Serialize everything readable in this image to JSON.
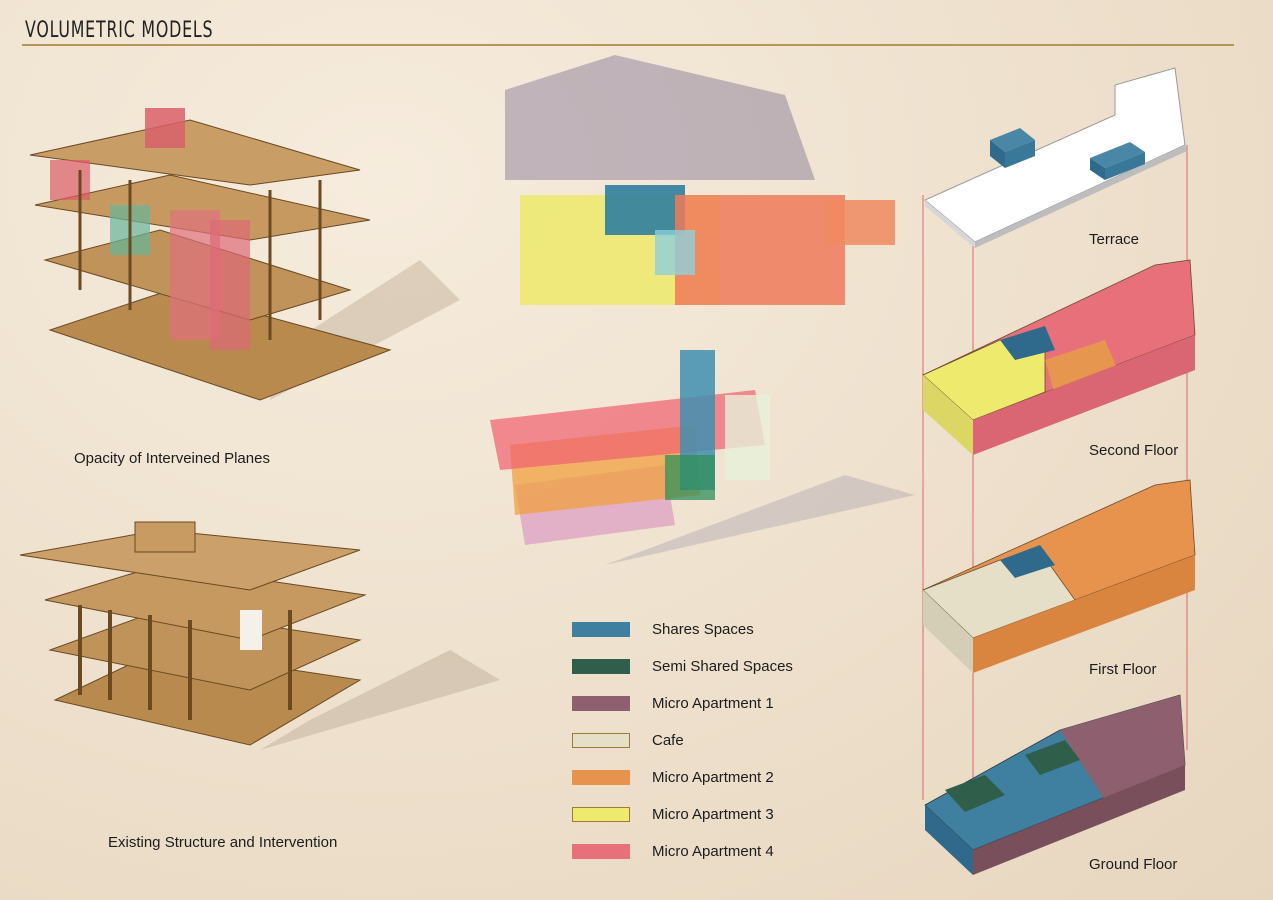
{
  "page": {
    "title": "VOLUMETRIC MODELS"
  },
  "captions": {
    "model_1": "Opacity of Interveined Planes",
    "model_2": "Existing Structure and Intervention"
  },
  "floor_labels": {
    "terrace": "Terrace",
    "second": "Second Floor",
    "first": "First Floor",
    "ground": "Ground Floor"
  },
  "legend": [
    {
      "label": "Shares Spaces",
      "color": "#3f7f9f"
    },
    {
      "label": "Semi Shared Spaces",
      "color": "#2f5f4a"
    },
    {
      "label": "Micro Apartment 1",
      "color": "#8e5f6e"
    },
    {
      "label": "Cafe",
      "color": "#e4dfc6"
    },
    {
      "label": "Micro Apartment 2",
      "color": "#e7934e"
    },
    {
      "label": "Micro Apartment 3",
      "color": "#eeea6e"
    },
    {
      "label": "Micro Apartment 4",
      "color": "#e7707a"
    }
  ]
}
